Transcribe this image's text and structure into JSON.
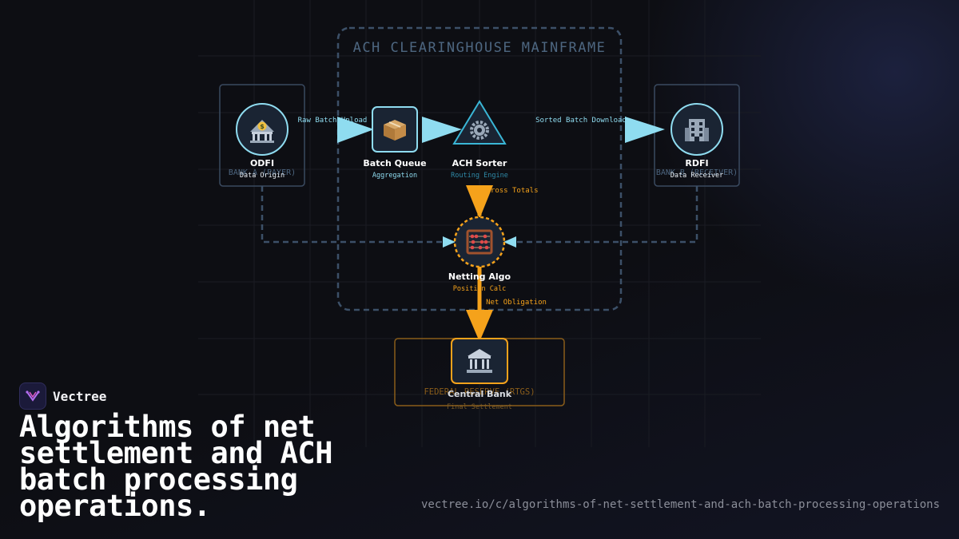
{
  "diagram": {
    "mainframe_label": "ACH CLEARINGHOUSE MAINFRAME",
    "nodes": {
      "odfi": {
        "title": "ODFI",
        "subtitle": "Data Origin",
        "region_label": "BANK A (PAYER)",
        "icon": "bank-icon"
      },
      "batch_queue": {
        "title": "Batch Queue",
        "subtitle": "Aggregation",
        "icon": "package-icon"
      },
      "ach_sorter": {
        "title": "ACH Sorter",
        "subtitle": "Routing Engine",
        "icon": "gear-icon"
      },
      "rdfi": {
        "title": "RDFI",
        "subtitle": "Data Receiver",
        "region_label": "BANK B (RECEIVER)",
        "icon": "office-building-icon"
      },
      "netting_algo": {
        "title": "Netting Algo",
        "subtitle": "Position Calc",
        "icon": "abacus-icon"
      },
      "central_bank": {
        "title": "Central Bank",
        "subtitle": "Final Settlement",
        "region_label": "FEDERAL RESERVE (RTGS)",
        "icon": "classical-building-icon"
      }
    },
    "edges": {
      "raw_batch_upload": "Raw Batch Upload",
      "sorted_batch_download": "Sorted Batch Download",
      "gross_totals": "Gross Totals",
      "net_obligation": "Net Obligation"
    },
    "colors": {
      "accent_cyan": "#8fdcf0",
      "accent_orange": "#f5a21b",
      "dashed_border": "#3c5068",
      "node_fill": "#1a2433"
    }
  },
  "brand": {
    "name": "Vectree"
  },
  "headline": "Algorithms of net settlement and ACH batch processing operations.",
  "url": "vectree.io/c/algorithms-of-net-settlement-and-ach-batch-processing-operations"
}
